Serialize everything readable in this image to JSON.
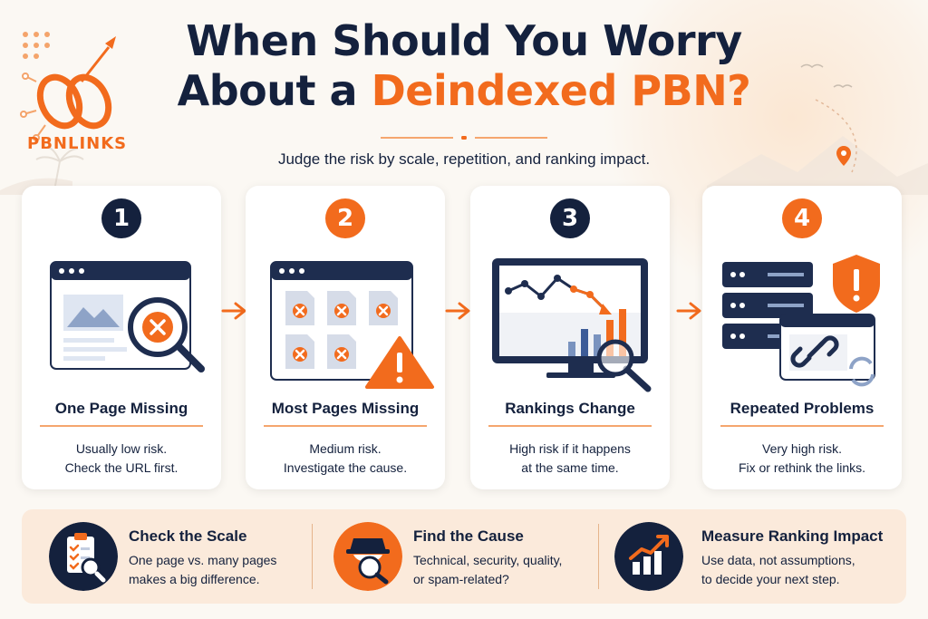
{
  "brand": {
    "logo_text": "PBNLINKS"
  },
  "header": {
    "title_line1": "When Should You Worry",
    "title_line2_prefix": "About a ",
    "title_line2_accent": "Deindexed PBN?",
    "subtitle": "Judge the risk by scale, repetition, and ranking impact."
  },
  "colors": {
    "navy": "#14213d",
    "orange": "#f26b1d",
    "panel": "#fbeadb"
  },
  "steps": [
    {
      "number": "1",
      "title": "One Page Missing",
      "line1": "Usually low risk.",
      "line2": "Check the URL first.",
      "icon": "browser-magnifier-x-icon"
    },
    {
      "number": "2",
      "title": "Most Pages Missing",
      "line1": "Medium risk.",
      "line2": "Investigate the cause.",
      "icon": "pages-warning-icon"
    },
    {
      "number": "3",
      "title": "Rankings Change",
      "line1": "High risk if it happens",
      "line2": "at the same time.",
      "icon": "monitor-chart-icon"
    },
    {
      "number": "4",
      "title": "Repeated Problems",
      "line1": "Very high risk.",
      "line2": "Fix or rethink the links.",
      "icon": "server-shield-link-icon"
    }
  ],
  "tips": [
    {
      "title": "Check the Scale",
      "line1": "One page vs. many pages",
      "line2": "makes a big difference.",
      "icon": "clipboard-magnifier-icon"
    },
    {
      "title": "Find the Cause",
      "line1": "Technical, security, quality,",
      "line2": "or spam-related?",
      "icon": "detective-icon"
    },
    {
      "title": "Measure Ranking Impact",
      "line1": "Use data, not assumptions,",
      "line2": "to decide your next step.",
      "icon": "growth-chart-icon"
    }
  ]
}
